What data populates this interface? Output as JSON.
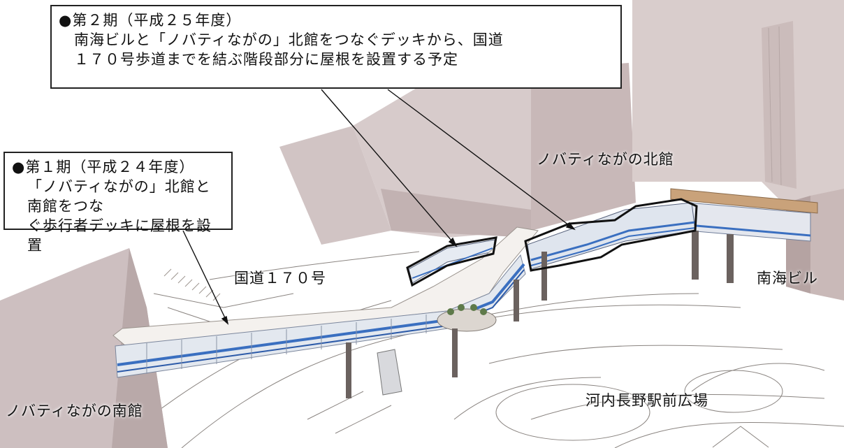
{
  "callouts": {
    "phase2": {
      "title": "●第２期（平成２５年度）",
      "line1": "南海ビルと「ノバティながの」北館をつなぐデッキから、国道",
      "line2": "１７０号歩道までを結ぶ階段部分に屋根を設置する予定"
    },
    "phase1": {
      "title": "●第１期（平成２４年度）",
      "line1": "「ノバティながの」北館と南館をつな",
      "line2": "ぐ歩行者デッキに屋根を設置"
    }
  },
  "labels": {
    "north_building": "ノバティながの北館",
    "route170": "国道１７０号",
    "nankai_building": "南海ビル",
    "plaza": "河内長野駅前広場",
    "south_building": "ノバティながの南館"
  },
  "colors": {
    "background": "#ffffff",
    "building": "#d4c8c8",
    "building_dark": "#b9a9a9",
    "roof": "#f4f1ee",
    "rail_blue": "#3a6fc0",
    "outline": "#111111",
    "sketch_line": "#8a8480"
  }
}
